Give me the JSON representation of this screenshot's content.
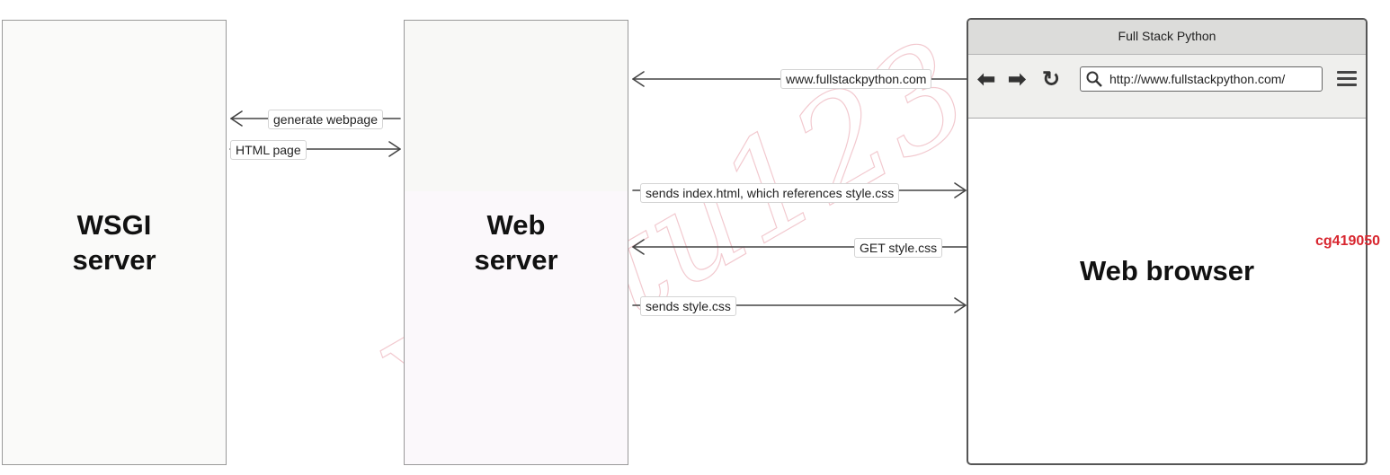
{
  "wsgi_server": {
    "line1": "WSGI",
    "line2": "server"
  },
  "web_server": {
    "line1": "Web",
    "line2": "server"
  },
  "browser": {
    "window_title": "Full Stack Python",
    "url": "http://www.fullstackpython.com/",
    "label": "Web browser",
    "icons": [
      "back-icon",
      "forward-icon",
      "reload-icon",
      "search-icon",
      "menu-icon"
    ]
  },
  "arrows": {
    "generate_webpage": "generate webpage",
    "html_page": "HTML page",
    "request_domain": "www.fullstackpython.com",
    "sends_index": "sends index.html, which references style.css",
    "get_style": "GET style.css",
    "sends_style": "sends style.css"
  },
  "watermark": {
    "code": "cg419050",
    "text": "Yuetu123"
  },
  "colors": {
    "arrow": "#444444",
    "code": "#d8262f"
  }
}
